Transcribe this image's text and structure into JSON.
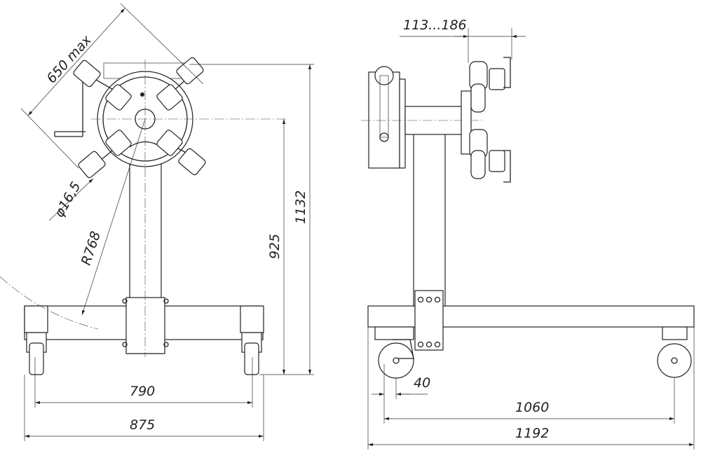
{
  "title": "Engine stand drawing",
  "left_view": {
    "dim_diag_max": "650 max",
    "dim_bolt_dia": "φ16,5",
    "dim_radius": "R768",
    "dim_axis_height": "925",
    "dim_total_height": "1132",
    "dim_wheel_track": "790",
    "dim_total_width": "875"
  },
  "right_view": {
    "dim_clamp_range": "113...186",
    "dim_offset": "40",
    "dim_wheelbase": "1060",
    "dim_total_length": "1192"
  },
  "colors": {
    "line": "#222222",
    "background": "#ffffff"
  }
}
